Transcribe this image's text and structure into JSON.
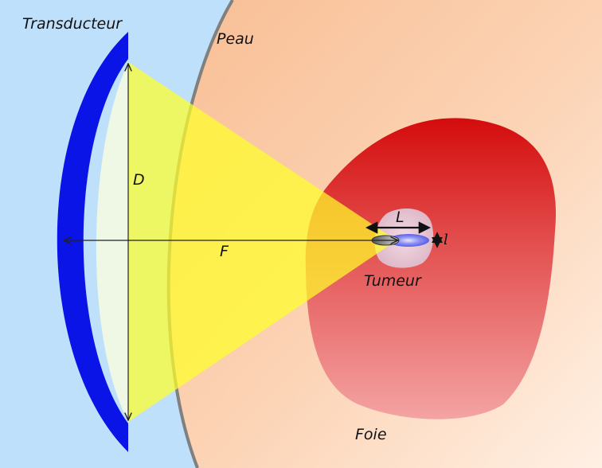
{
  "labels": {
    "transducer": "Transducteur",
    "skin": "Peau",
    "diameter": "D",
    "focal": "F",
    "length": "L",
    "width": "l",
    "tumor": "Tumeur",
    "liver": "Foie"
  },
  "colors": {
    "background_medium": "#bfe0fa",
    "skin_fill": "#f8c59e",
    "skin_edge": "#808080",
    "transducer": "#0a14e6",
    "beam": "#ffff33",
    "liver_top": "#d41212",
    "liver_bottom": "#f39a9a",
    "tumor": "#e7c7d4",
    "focal_spot": "#7b7ff0"
  },
  "icons": {
    "width_marker": "double-vertical-arrow"
  }
}
